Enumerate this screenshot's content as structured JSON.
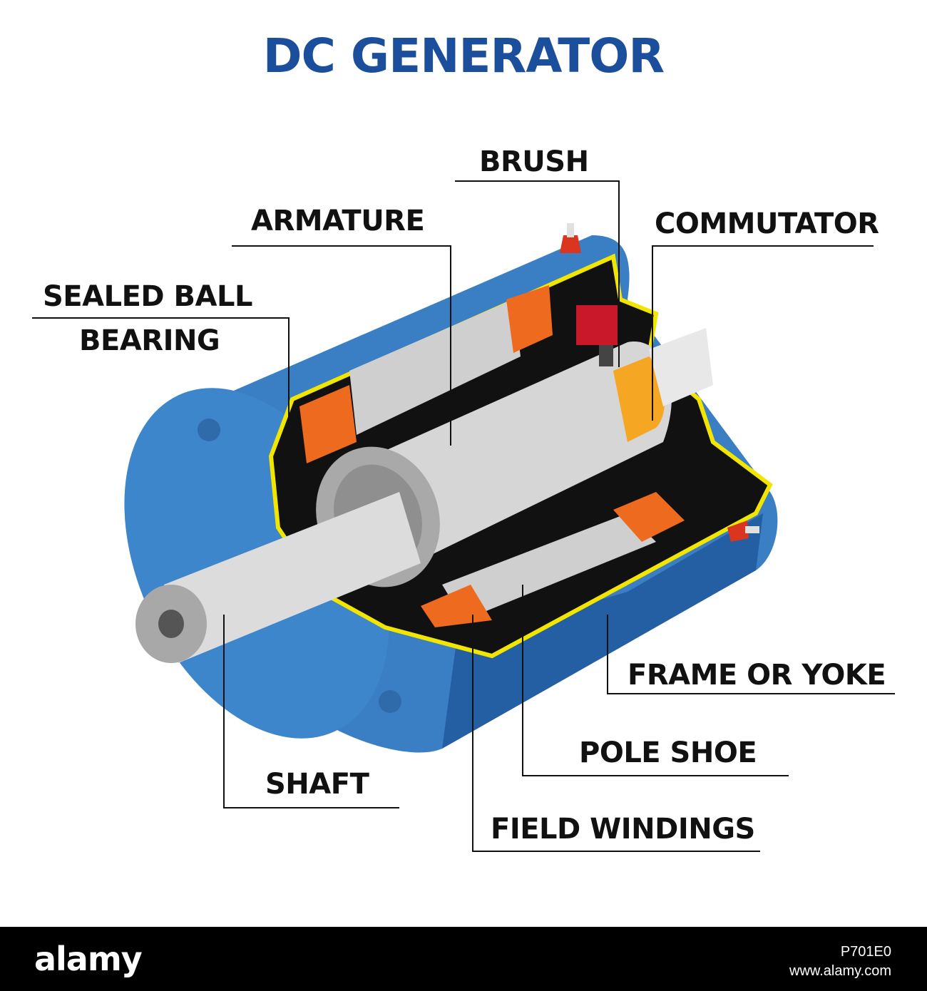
{
  "title": "DC GENERATOR",
  "labels": {
    "brush": "BRUSH",
    "armature": "ARMATURE",
    "commutator": "COMMUTATOR",
    "sealed_ball_bearing_line1": "SEALED BALL",
    "sealed_ball_bearing_line2": "BEARING",
    "frame_or_yoke": "FRAME OR YOKE",
    "pole_shoe": "POLE SHOE",
    "shaft": "SHAFT",
    "field_windings": "FIELD WINDINGS"
  },
  "footer": {
    "logo": "alamy",
    "image_id": "P701E0",
    "site": "www.alamy.com"
  },
  "colors": {
    "title": "#1b4f9c",
    "frame": "#3a7fc4",
    "frame_dark": "#245ea3",
    "outline_yellow": "#f2e600",
    "winding": "#ee6a1e",
    "brush": "#c8182a",
    "commutator": "#f5a623"
  }
}
